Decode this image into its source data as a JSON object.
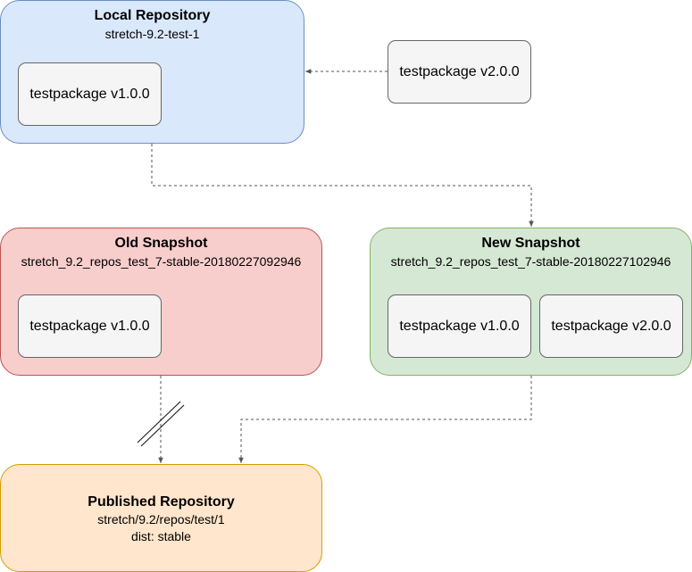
{
  "local_repo": {
    "title": "Local Repository",
    "subtitle": "stretch-9.2-test-1",
    "package": "testpackage v1.0.0"
  },
  "incoming_package": "testpackage v2.0.0",
  "old_snapshot": {
    "title": "Old Snapshot",
    "subtitle": "stretch_9.2_repos_test_7-stable-20180227092946",
    "package": "testpackage v1.0.0"
  },
  "new_snapshot": {
    "title": "New Snapshot",
    "subtitle": "stretch_9.2_repos_test_7-stable-20180227102946",
    "packages": [
      "testpackage v1.0.0",
      "testpackage v2.0.0"
    ]
  },
  "published_repo": {
    "title": "Published Repository",
    "subtitle": "stretch/9.2/repos/test/1",
    "dist": "dist: stable"
  },
  "colors": {
    "local_fill": "#dae8fc",
    "old_fill": "#f8cecc",
    "new_fill": "#d5e8d4",
    "published_fill": "#ffe6cc",
    "package_fill": "#f5f5f5",
    "edge": "#555555"
  }
}
